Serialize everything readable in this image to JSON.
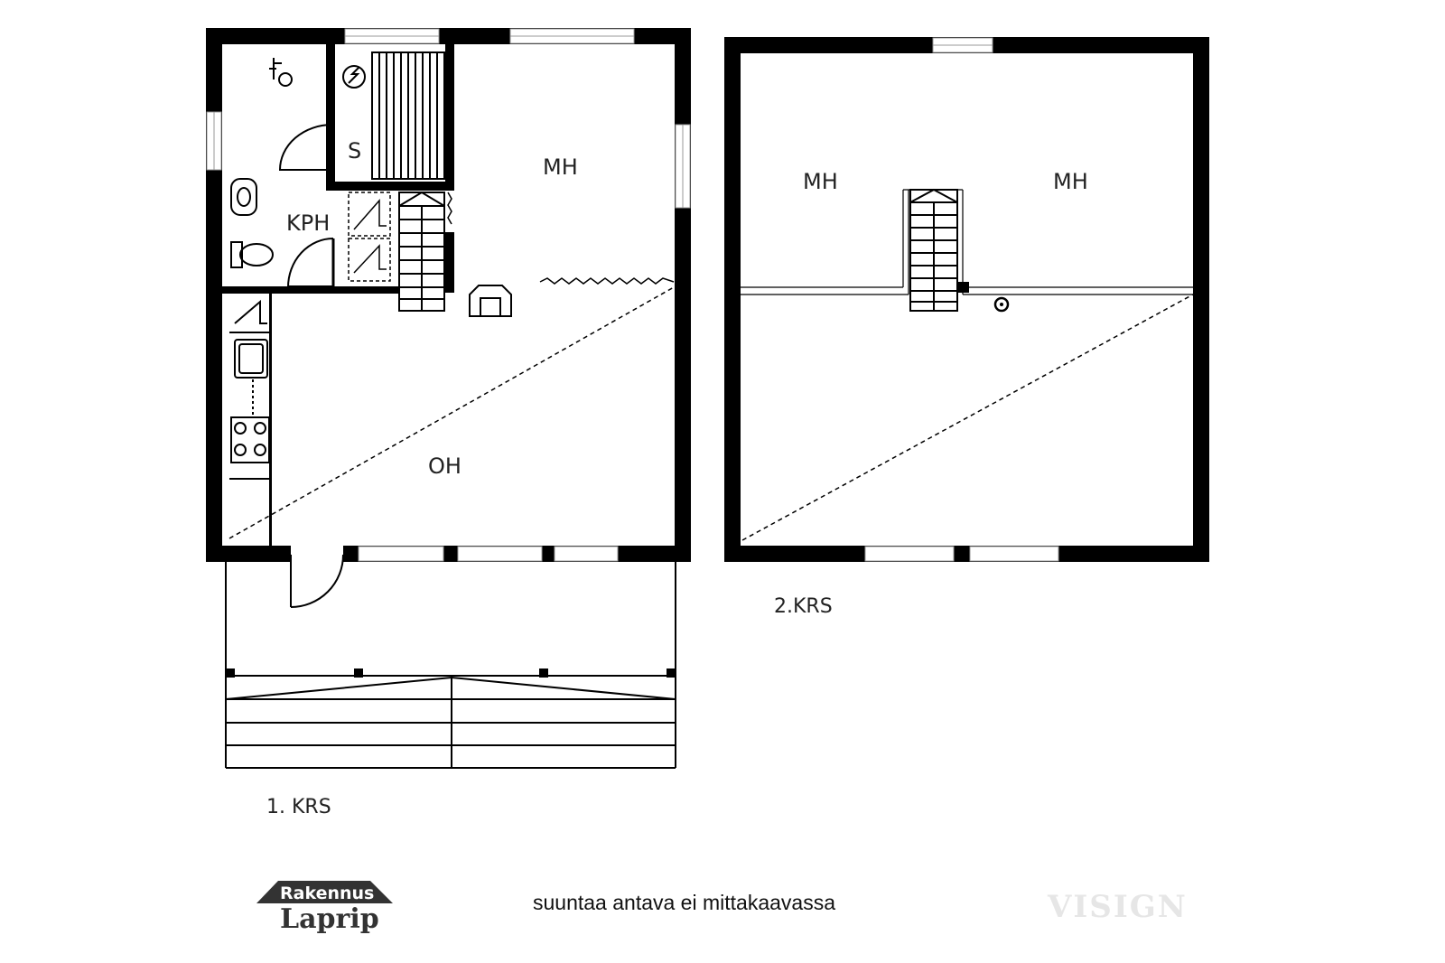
{
  "floor1": {
    "rooms": {
      "mh": "MH",
      "kph": "KPH",
      "s": "S",
      "oh": "OH"
    },
    "label": "1. KRS"
  },
  "floor2": {
    "rooms": {
      "mh_left": "MH",
      "mh_right": "MH"
    },
    "label": "2.KRS"
  },
  "logo": {
    "top": "Rakennus",
    "bottom": "Laprip"
  },
  "note": "suuntaa antava ei mittakaavassa",
  "watermark": "VISIGN"
}
